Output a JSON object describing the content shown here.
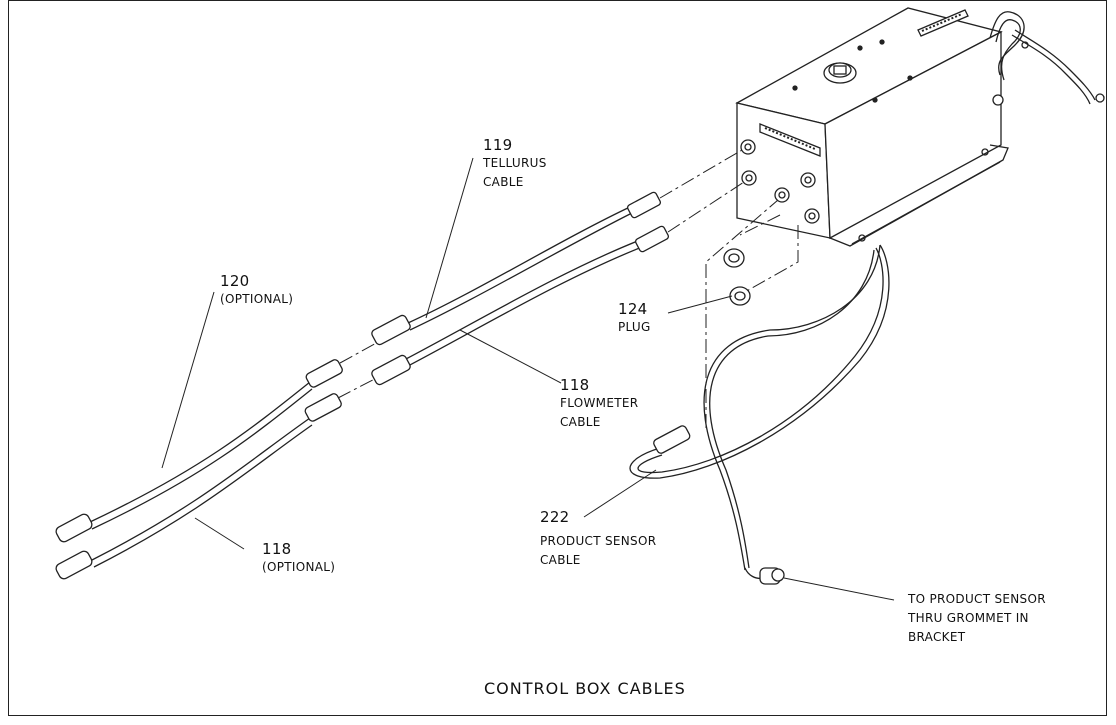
{
  "diagram": {
    "title": "CONTROL BOX CABLES",
    "callouts": [
      {
        "id": "119",
        "number": "119",
        "lines": [
          "TELLURUS",
          "CABLE"
        ]
      },
      {
        "id": "120",
        "number": "120",
        "lines": [
          "(OPTIONAL)"
        ]
      },
      {
        "id": "124",
        "number": "124",
        "lines": [
          "PLUG"
        ]
      },
      {
        "id": "118a",
        "number": "118",
        "lines": [
          "FLOWMETER",
          "CABLE"
        ]
      },
      {
        "id": "222",
        "number": "222",
        "lines": [
          "PRODUCT SENSOR",
          "CABLE"
        ]
      },
      {
        "id": "118b",
        "number": "118",
        "lines": [
          "(OPTIONAL)"
        ]
      },
      {
        "id": "sensor",
        "number": "",
        "lines": [
          "TO PRODUCT SENSOR",
          "THRU GROMMET IN",
          "BRACKET"
        ]
      }
    ]
  }
}
